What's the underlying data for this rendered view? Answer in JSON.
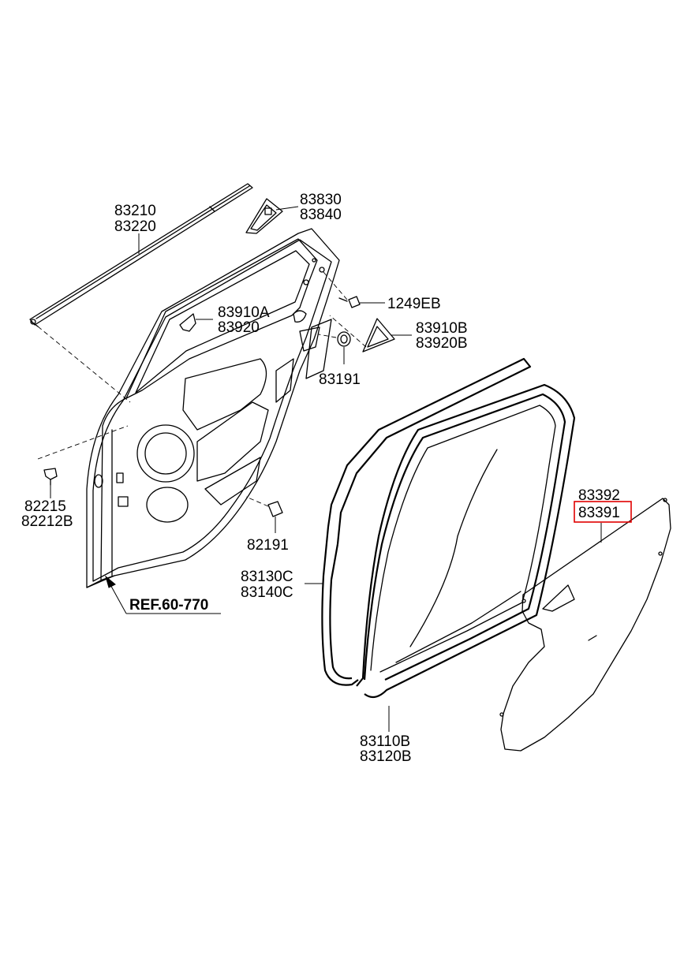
{
  "labels": {
    "p83210": "83210",
    "p83220": "83220",
    "p83830": "83830",
    "p83840": "83840",
    "p1249EB": "1249EB",
    "p83910A": "83910A",
    "p83920": "83920",
    "p83910B": "83910B",
    "p83920B": "83920B",
    "p83191": "83191",
    "p82215": "82215",
    "p82212B": "82212B",
    "p82191": "82191",
    "ref": "REF.60-770",
    "p83130C": "83130C",
    "p83140C": "83140C",
    "p83110B": "83110B",
    "p83120B": "83120B",
    "p83392": "83392",
    "p83391": "83391"
  },
  "highlight": {
    "part": "83391",
    "color": "#e00000"
  }
}
